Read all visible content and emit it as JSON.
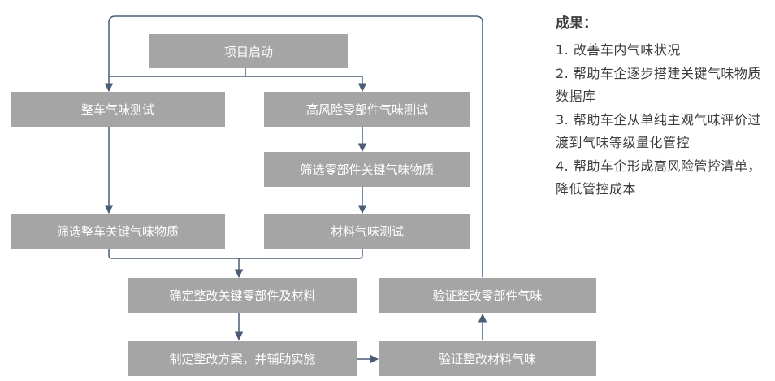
{
  "nodes": {
    "project_start": "项目启动",
    "vehicle_odor_test": "整车气味测试",
    "high_risk_parts_test": "高风险零部件气味测试",
    "screen_parts_key_substances": "筛选零部件关键气味物质",
    "screen_vehicle_key_substances": "筛选整车关键气味物质",
    "material_odor_test": "材料气味测试",
    "determine_key_parts_materials": "确定整改关键零部件及材料",
    "verify_parts_odor": "验证整改零部件气味",
    "make_plan": "制定整改方案，并辅助实施",
    "verify_material_odor": "验证整改材料气味"
  },
  "results": {
    "title": "成果：",
    "items": [
      "1. 改善车内气味状况",
      "2. 帮助车企逐步搭建关键气味物质数据库",
      "3. 帮助车企从单纯主观气味评价过渡到气味等级量化管控",
      "4. 帮助车企形成高风险管控清单，降低管控成本"
    ]
  },
  "colors": {
    "box": "#a5a5a5",
    "line": "#4a5d74",
    "text": "#3c3c3c"
  }
}
